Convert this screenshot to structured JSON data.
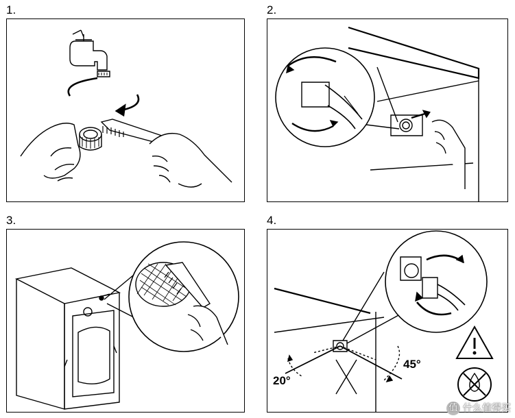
{
  "steps": [
    {
      "label": "1.",
      "icons": [
        "tap-icon",
        "rotate-arrow-icon",
        "filter-icon",
        "brush-icon",
        "hand-icon"
      ]
    },
    {
      "label": "2.",
      "icons": [
        "magnifier-circle-icon",
        "hose-icon",
        "rotate-arrow-icon",
        "inlet-valve-icon",
        "hand-icon"
      ]
    },
    {
      "label": "3.",
      "icons": [
        "washing-machine-icon",
        "magnifier-circle-icon",
        "filter-mesh-icon",
        "brush-icon",
        "hand-icon"
      ]
    },
    {
      "label": "4.",
      "icons": [
        "magnifier-circle-icon",
        "inlet-valve-icon",
        "rotate-arrow-icon",
        "warning-triangle-icon",
        "no-water-drop-icon"
      ]
    }
  ],
  "angles": {
    "left": "20°",
    "right": "45°"
  },
  "watermark": {
    "logo": "值",
    "text": "什么值得买"
  },
  "colors": {
    "line": "#000000",
    "background": "#ffffff"
  }
}
